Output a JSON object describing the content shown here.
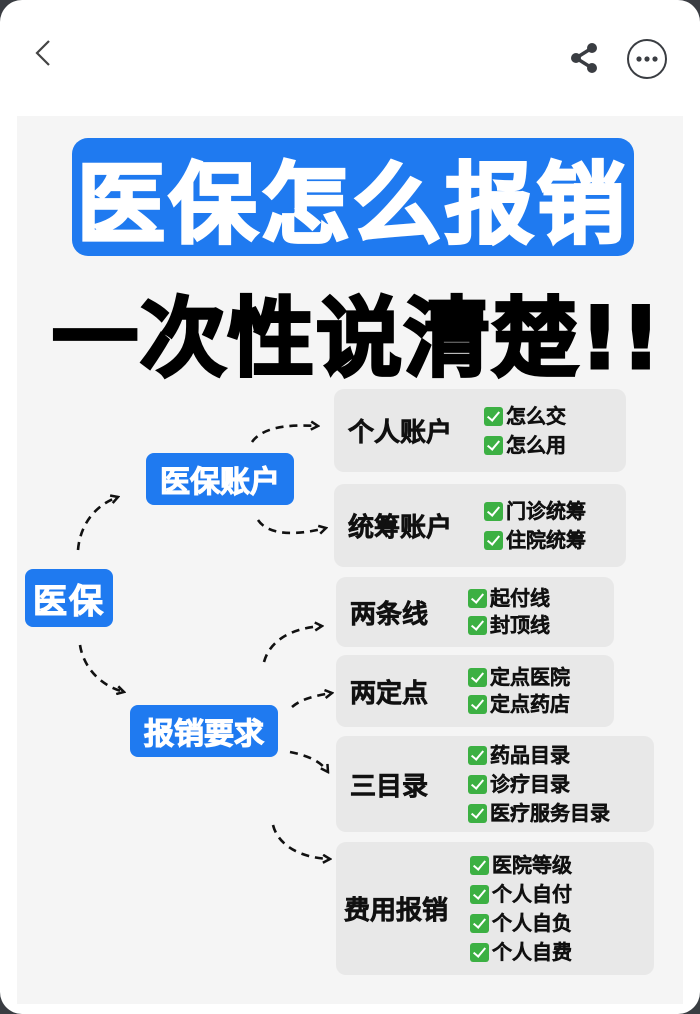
{
  "topbar": {
    "back_icon": "chevron-left-icon",
    "share_icon": "share-icon",
    "more_icon": "more-options-icon"
  },
  "title": "医保怎么报销",
  "subtitle": "一次性说清楚!!",
  "colors": {
    "accent_blue": "#1f7af0",
    "check_green": "#3cb043",
    "box_grey": "#e8e8e8",
    "canvas_bg": "#f5f5f5"
  },
  "diagram": {
    "root": "医保",
    "branches": [
      {
        "label": "医保账户",
        "children": [
          {
            "label": "个人账户",
            "items": [
              "怎么交",
              "怎么用"
            ]
          },
          {
            "label": "统筹账户",
            "items": [
              "门诊统筹",
              "住院统筹"
            ]
          }
        ]
      },
      {
        "label": "报销要求",
        "children": [
          {
            "label": "两条线",
            "items": [
              "起付线",
              "封顶线"
            ]
          },
          {
            "label": "两定点",
            "items": [
              "定点医院",
              "定点药店"
            ]
          },
          {
            "label": "三目录",
            "items": [
              "药品目录",
              "诊疗目录",
              "医疗服务目录"
            ]
          },
          {
            "label": "费用报销",
            "items": [
              "医院等级",
              "个人自付",
              "个人自负",
              "个人自费"
            ]
          }
        ]
      }
    ]
  }
}
